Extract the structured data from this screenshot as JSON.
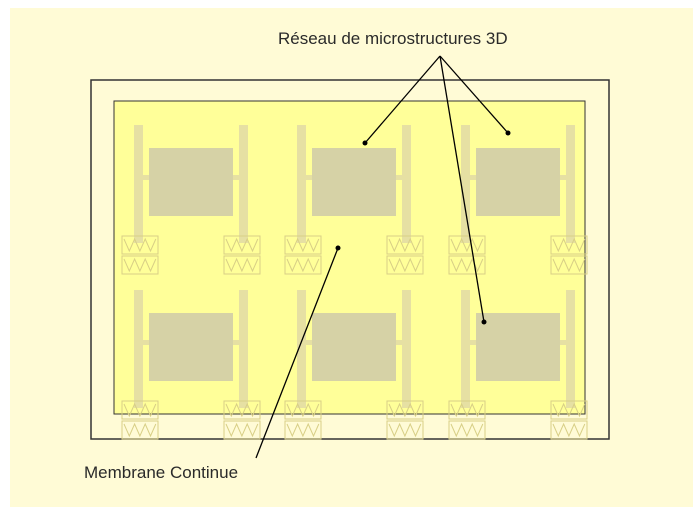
{
  "labels": {
    "network": "Réseau de microstructures 3D",
    "membrane": "Membrane Continue"
  },
  "structure": {
    "rows": 2,
    "columns": 3
  },
  "colors": {
    "background": "#fffbd6",
    "panel": "#ffff99",
    "frame": "#333333",
    "beam": "#e6e0a3",
    "block": "#d6d2a6",
    "spring_stroke": "#d8cf86",
    "arrow": "#000000"
  }
}
